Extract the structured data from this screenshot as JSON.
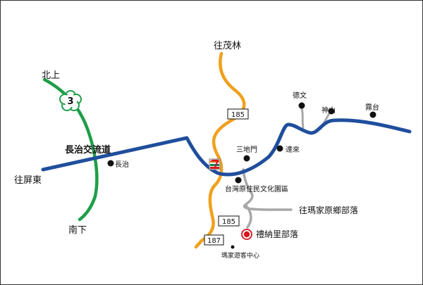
{
  "map": {
    "colors": {
      "highway": "#1f4e9c",
      "route185": "#f0a01e",
      "route3": "#1e9e48",
      "local_road": "#a8a8a8",
      "landmark": "#111111",
      "highlight": "#d8161e"
    },
    "shields": {
      "route3": "3",
      "route185_north": "185",
      "route185_south": "185",
      "route187": "187"
    },
    "labels": {
      "to_maochin": "往茂林",
      "north": "北上",
      "south": "南下",
      "to_pingtung": "往屏東",
      "changzhi_interchange": "長治交流道",
      "changzhi": "長治",
      "sandimen": "三地門",
      "dalai": "達來",
      "dewen": "德文",
      "shenshan": "神山",
      "wutai": "霧台",
      "cultural_park": "台灣原住民文化園區",
      "to_majia": "往瑪家原鄉部落",
      "lizhenali": "禮納里部落",
      "majia_visitor_center": "瑪家遊客中心"
    },
    "icons": {
      "route3_shield": "flower-route-shield-icon",
      "convenience_store": "seven-eleven-logo-icon",
      "landmark": "filled-dot-icon",
      "highlight": "red-ring-dot-icon"
    }
  }
}
